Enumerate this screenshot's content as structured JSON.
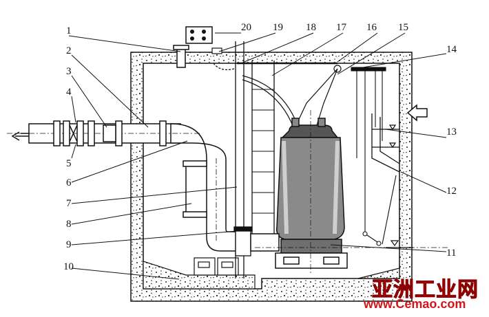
{
  "labels": [
    "1",
    "2",
    "3",
    "4",
    "5",
    "6",
    "7",
    "8",
    "9",
    "10",
    "11",
    "12",
    "13",
    "14",
    "15",
    "16",
    "17",
    "18",
    "19",
    "20"
  ],
  "watermark": {
    "text_cn": "亚洲工业网",
    "url": "www.Cemao.com",
    "color": "#d4141b"
  },
  "colors": {
    "ink": "#111111",
    "concrete": "#ffffff",
    "watermark": "#d4141b"
  },
  "icons": [
    "outflow-arrow-icon",
    "inflow-arrow-icon",
    "water-level-icon"
  ]
}
